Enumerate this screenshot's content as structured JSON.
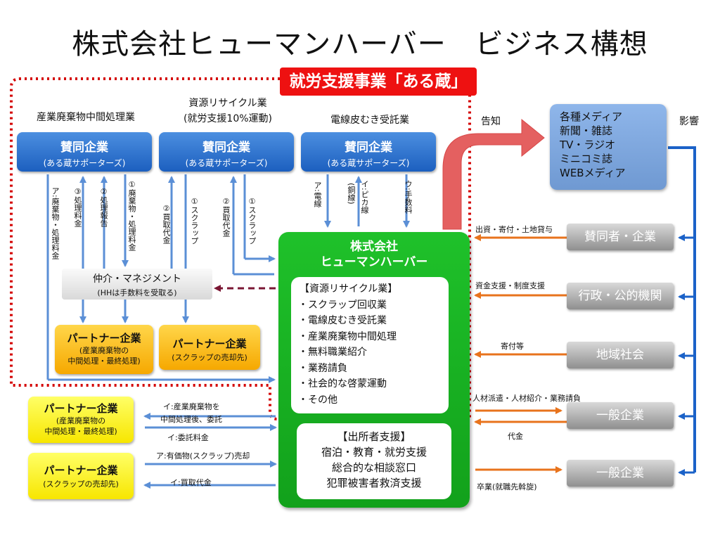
{
  "title": "株式会社ヒューマンハーバー　ビジネス構想",
  "banner": "就労支援事業「ある蔵」",
  "top_labels": [
    "産業廃棄物中間処理業",
    "資源リサイクル業",
    "(就労支援10%運動)",
    "電線皮むき受託業"
  ],
  "supporters": [
    {
      "title": "賛同企業",
      "sub": "(ある蔵サポーターズ)"
    },
    {
      "title": "賛同企業",
      "sub": "(ある蔵サポーターズ)"
    },
    {
      "title": "賛同企業",
      "sub": "(ある蔵サポーターズ)"
    }
  ],
  "vertical_labels": {
    "a_waste": "ア:廃棄物・処理料金",
    "fee3": "③処理料金",
    "report2": "②処理報告",
    "waste1": "①廃棄物・処理料金",
    "buy2_left": "②買取代金",
    "scrap1_left": "①スクラップ",
    "buy2_right": "②買取代金",
    "scrap1_right": "①スクラップ",
    "wire_a": "ア:電線",
    "pika": "イ:ピカ線",
    "copper": "(銅線)",
    "fee_u": "ウ:手数料"
  },
  "mediator": {
    "title": "仲介・マネジメント",
    "note": "(HHは手数料を受取る)"
  },
  "partners_inner": [
    {
      "title": "パートナー企業",
      "lines": [
        "(産業廃棄物の",
        "中間処理・最終処理)"
      ]
    },
    {
      "title": "パートナー企業",
      "lines": [
        "(スクラップの売却先)"
      ]
    }
  ],
  "partners_outer": [
    {
      "title": "パートナー企業",
      "lines": [
        "(産業廃棄物の",
        "中間処理・最終処理)"
      ]
    },
    {
      "title": "パートナー企業",
      "lines": [
        "(スクラップの売却先)"
      ]
    }
  ],
  "company": {
    "name_line1": "株式会社",
    "name_line2": "ヒューマンハーバー"
  },
  "recycle": {
    "heading": "【資源リサイクル業】",
    "items": [
      "・スクラップ回収業",
      "・電線皮むき受託業",
      "・産業廃棄物中間処理",
      "・無料職業紹介",
      "・業務請負",
      "・社会的な啓蒙運動",
      "・その他"
    ]
  },
  "support": {
    "heading": "【出所者支援】",
    "items": [
      "宿泊・教育・就労支援",
      "総合的な相談窓口",
      "犯罪被害者救済支援"
    ]
  },
  "arrow_labels_left": {
    "waste_after": "イ:産業廃棄物を",
    "waste_after2": "中間処理後、委託",
    "consign_fee": "イ:委託料金",
    "scrap_sale": "ア:有価物(スクラップ)売却",
    "buy_price": "イ:買取代金"
  },
  "notice": "告知",
  "influence": "影響",
  "media": [
    "各種メディア",
    "新聞・雑誌",
    "TV・ラジオ",
    "ミニコミ誌",
    "WEBメディア"
  ],
  "right_boxes": [
    "賛同者・企業",
    "行政・公的機関",
    "地域社会",
    "一般企業",
    "一般企業"
  ],
  "right_labels": [
    "出資・寄付・土地貸与",
    "資金支援・制度支援",
    "寄付等",
    "人材派遣・人材紹介・業務請負",
    "代金",
    "卒業(就職先斡旋)"
  ]
}
